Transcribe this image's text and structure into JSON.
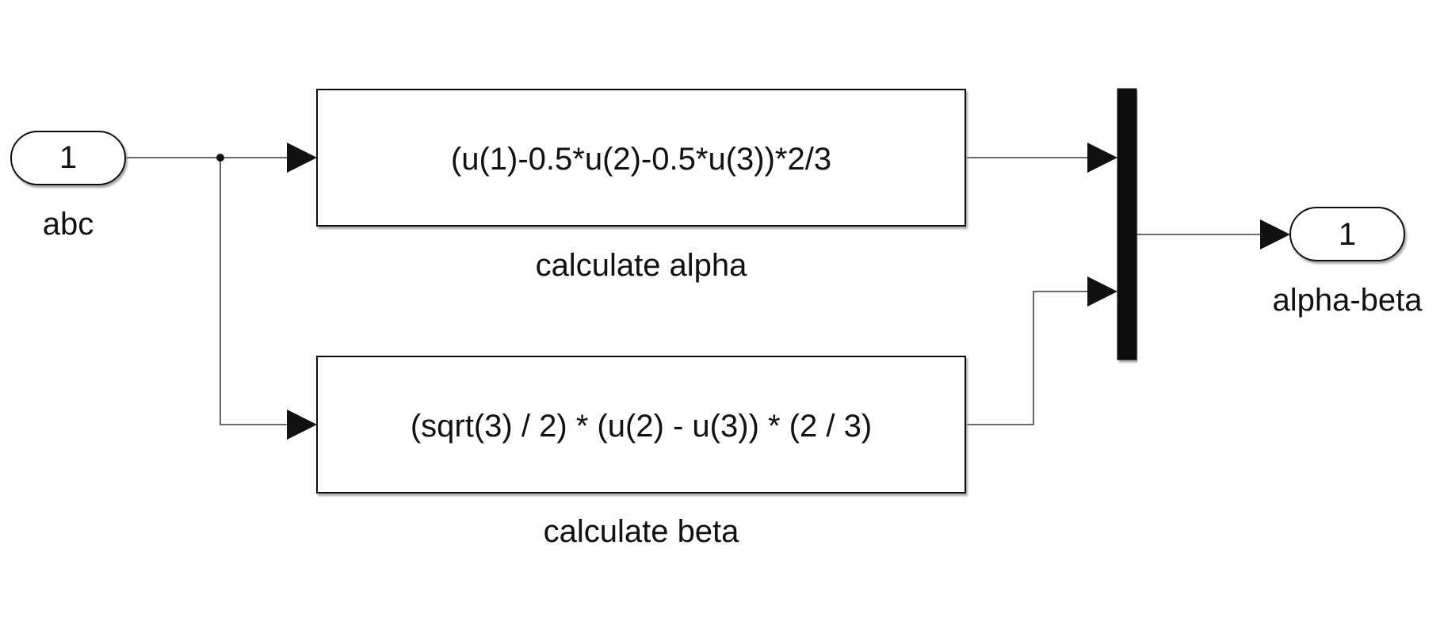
{
  "inport": {
    "number": "1",
    "name": "abc"
  },
  "outport": {
    "number": "1",
    "name": "alpha-beta"
  },
  "blocks": {
    "alpha": {
      "expression": "(u(1)-0.5*u(2)-0.5*u(3))*2/3",
      "name": "calculate alpha"
    },
    "beta": {
      "expression": "(sqrt(3) / 2) * (u(2) - u(3)) * (2 / 3)",
      "name": "calculate beta"
    }
  },
  "colors": {
    "ink": "#111111",
    "block_fill": "#ffffff",
    "shadow": "#9a9a9a"
  }
}
